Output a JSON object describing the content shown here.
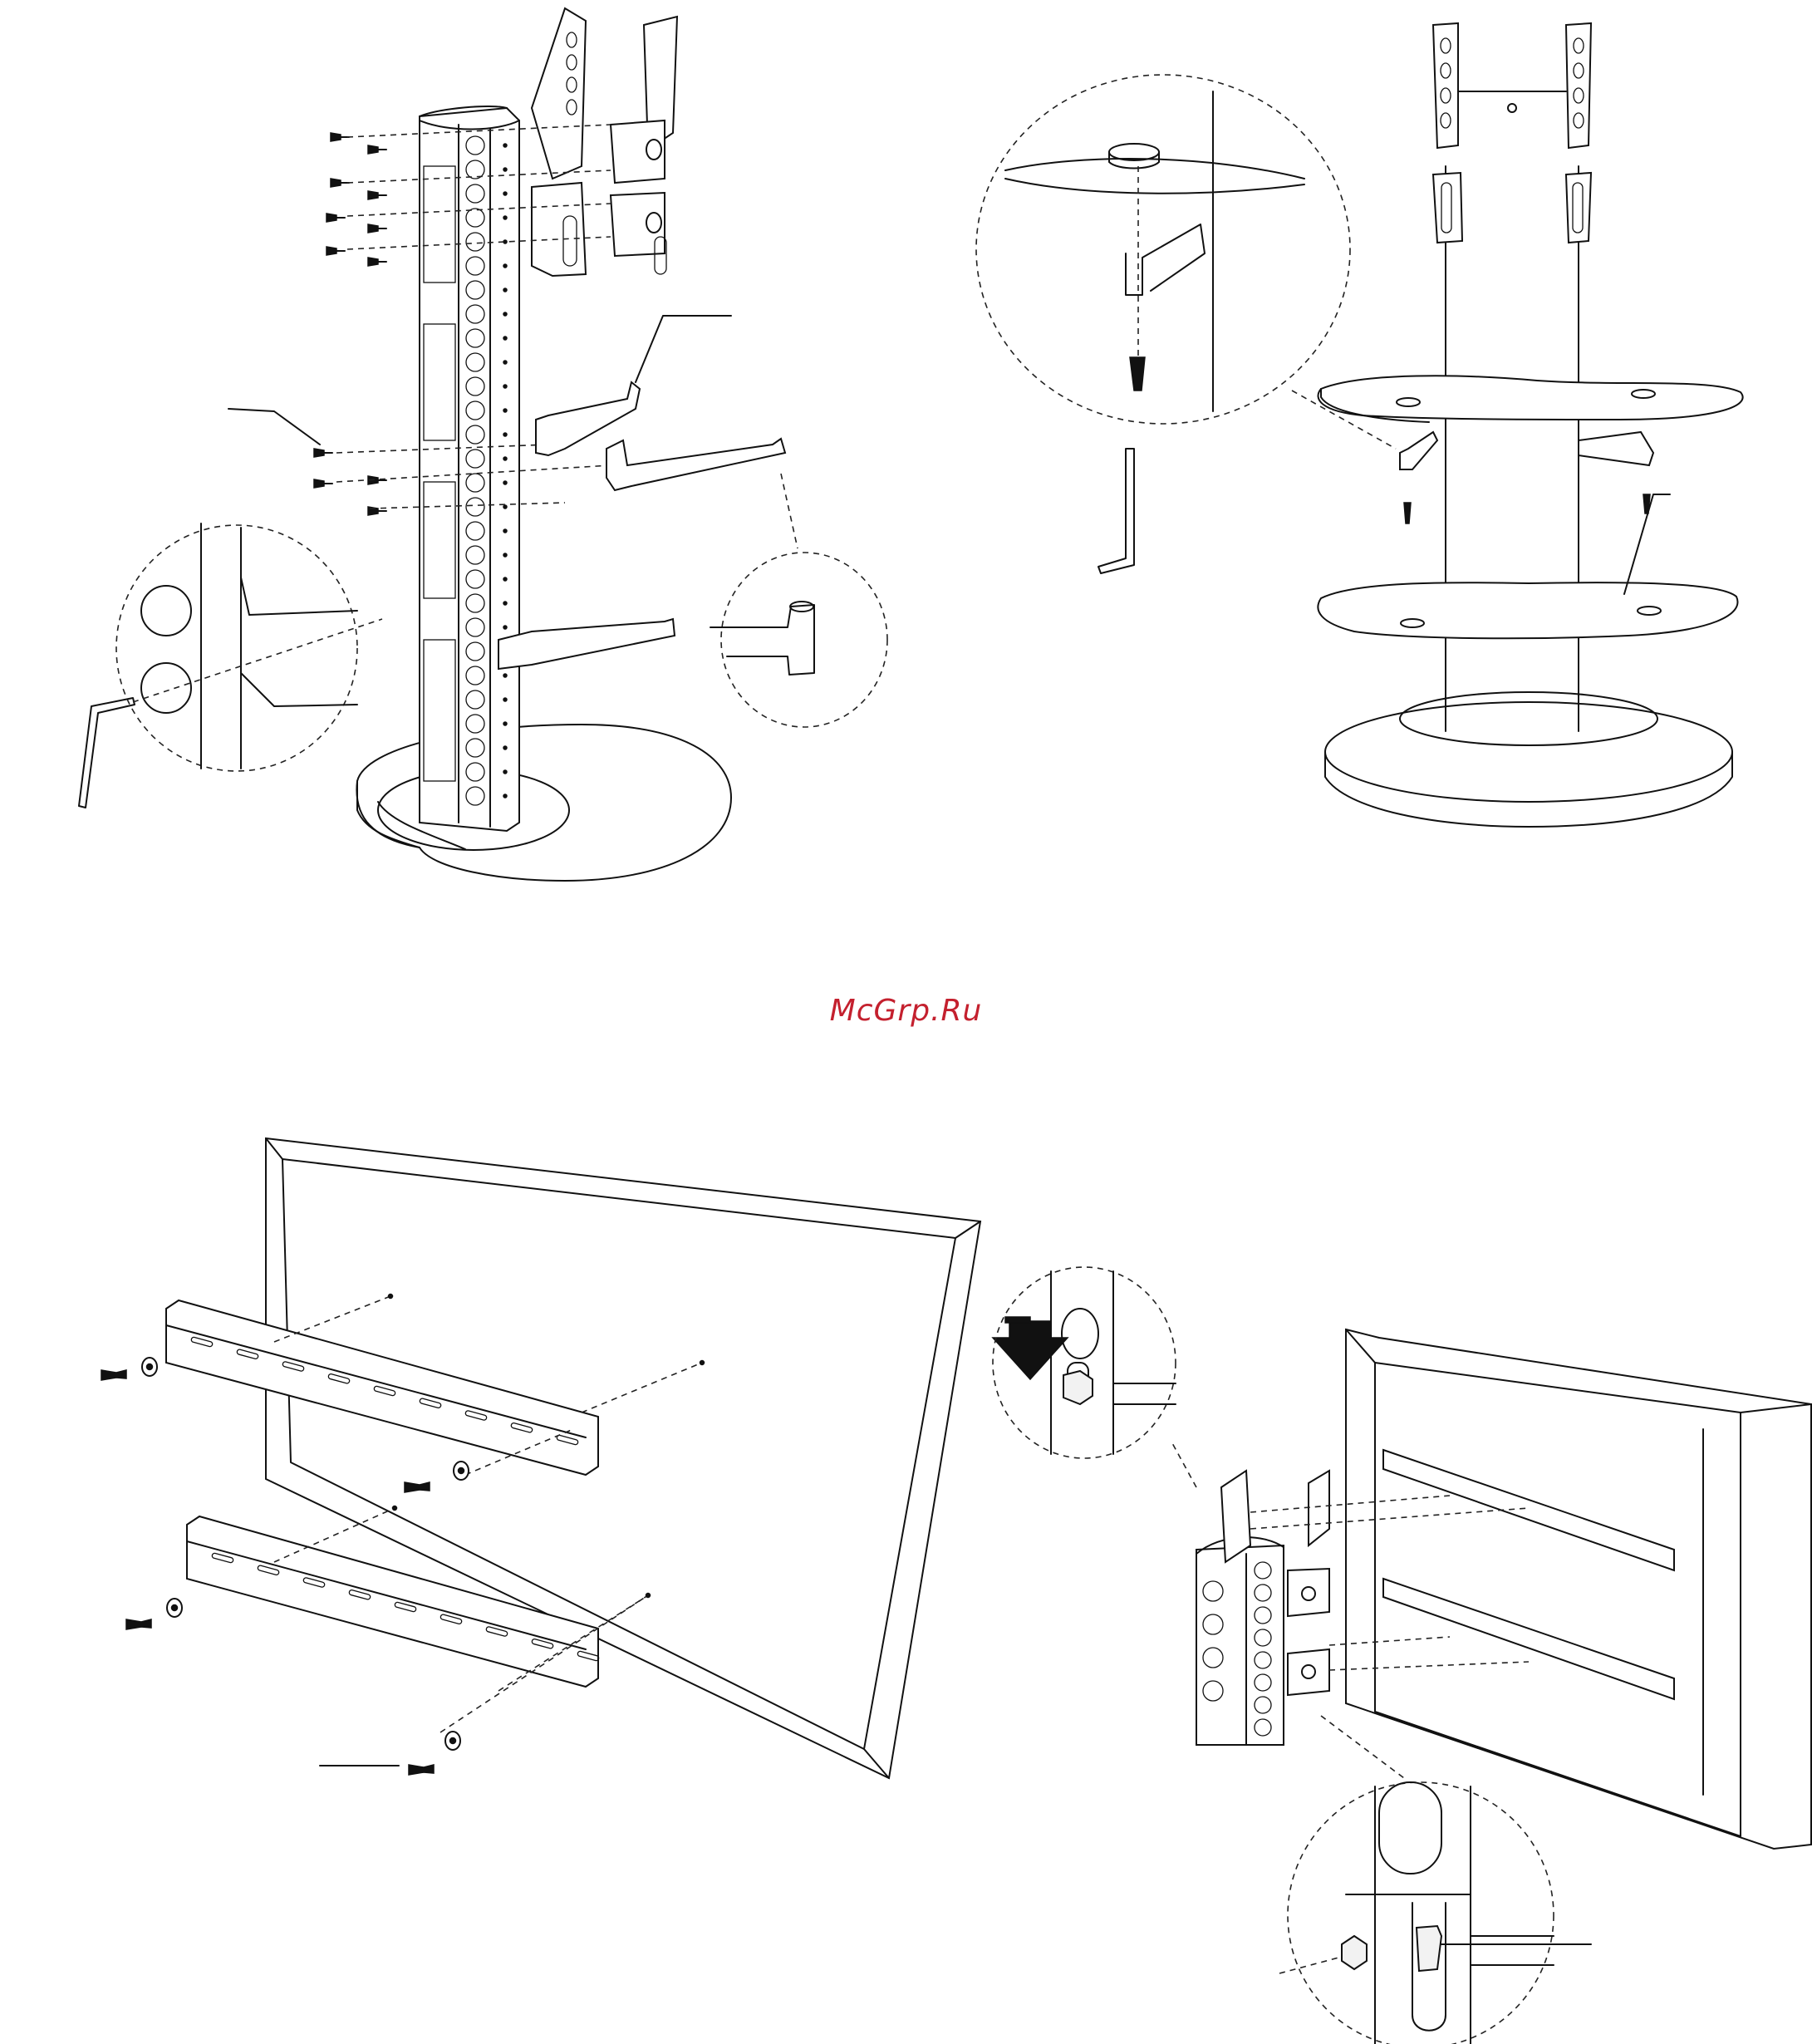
{
  "watermark": {
    "text": "McGrp.Ru",
    "color": "#c4202e"
  },
  "figures": [
    {
      "id": "fig-column-assembly",
      "icon": "column-assembly-illustration"
    },
    {
      "id": "fig-glass-shelves",
      "icon": "glass-shelf-stand-illustration"
    },
    {
      "id": "fig-tv-rail-mounting",
      "icon": "tv-mounting-rails-illustration"
    },
    {
      "id": "fig-tv-hang-on-column",
      "icon": "tv-hanging-illustration"
    }
  ],
  "colors": {
    "ink": "#111111",
    "paper": "#ffffff",
    "arrow": "#111111"
  }
}
